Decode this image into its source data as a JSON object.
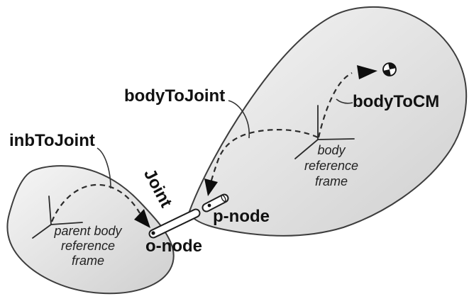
{
  "labels": {
    "inb_to_joint": "inbToJoint",
    "body_to_joint": "bodyToJoint",
    "body_to_cm": "bodyToCM",
    "joint": "Joint",
    "p_node": "p-node",
    "o_node": "o-node"
  },
  "parent_frame": {
    "lines": [
      "parent body",
      "reference",
      "frame"
    ]
  },
  "body_frame": {
    "lines": [
      "body",
      "reference",
      "frame"
    ]
  },
  "colors": {
    "outline": "#3d3d3d",
    "line": "#2b2b2b",
    "text": "#111111",
    "fill_light": "#f6f6f6",
    "fill_dark": "#cfcfcf",
    "background": "#ffffff"
  }
}
